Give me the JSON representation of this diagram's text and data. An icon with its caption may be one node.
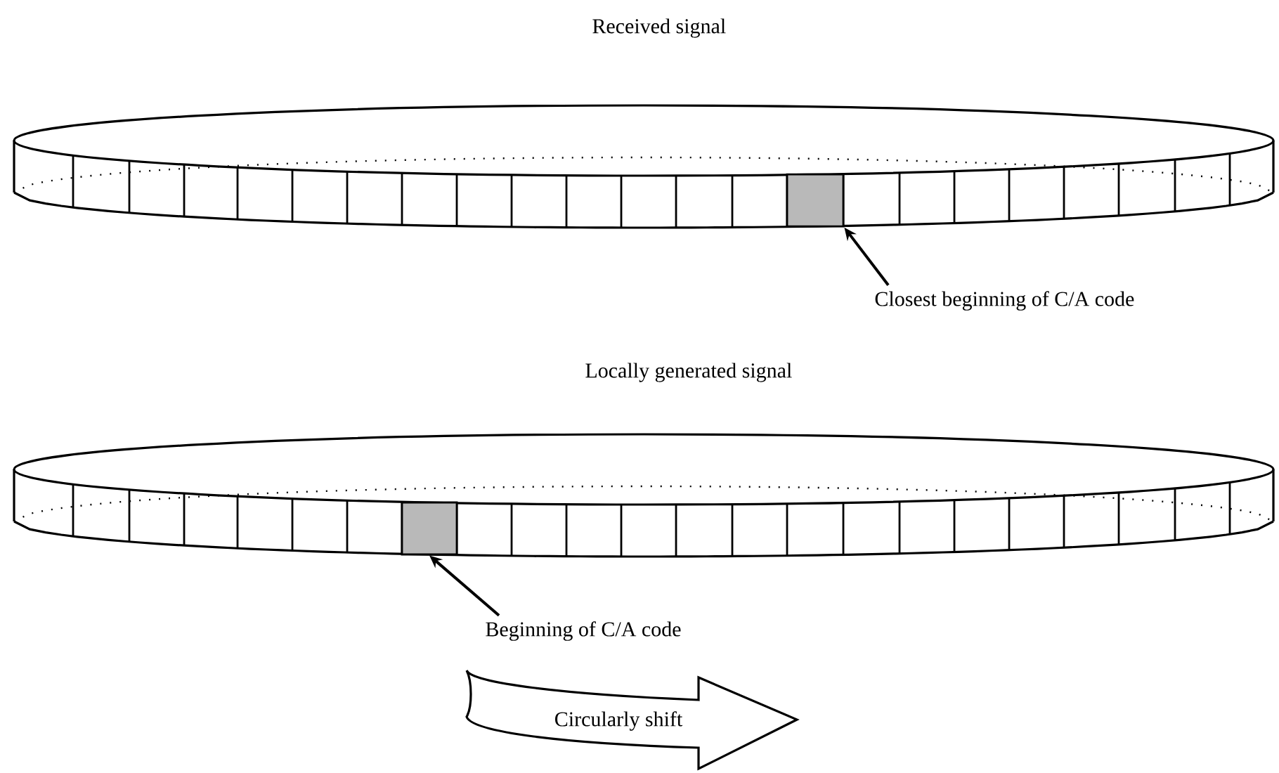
{
  "diagram": {
    "nodes": [
      {
        "text": [],
        "shape": "box"
      },
      {
        "text": [
          "Closest beginning of C/A code"
        ]
      },
      {
        "text": [],
        "shape": "box"
      },
      {
        "text": [
          "Beginning of C/A code"
        ]
      },
      {
        "text": [
          "Circularly shift"
        ]
      }
    ],
    "edges": [
      {
        "from": 1,
        "to": 0,
        "arrow": "to"
      },
      {
        "from": 3,
        "to": 2,
        "arrow": "to"
      }
    ],
    "labels": [
      "Received signal",
      "Locally generated signal"
    ]
  }
}
